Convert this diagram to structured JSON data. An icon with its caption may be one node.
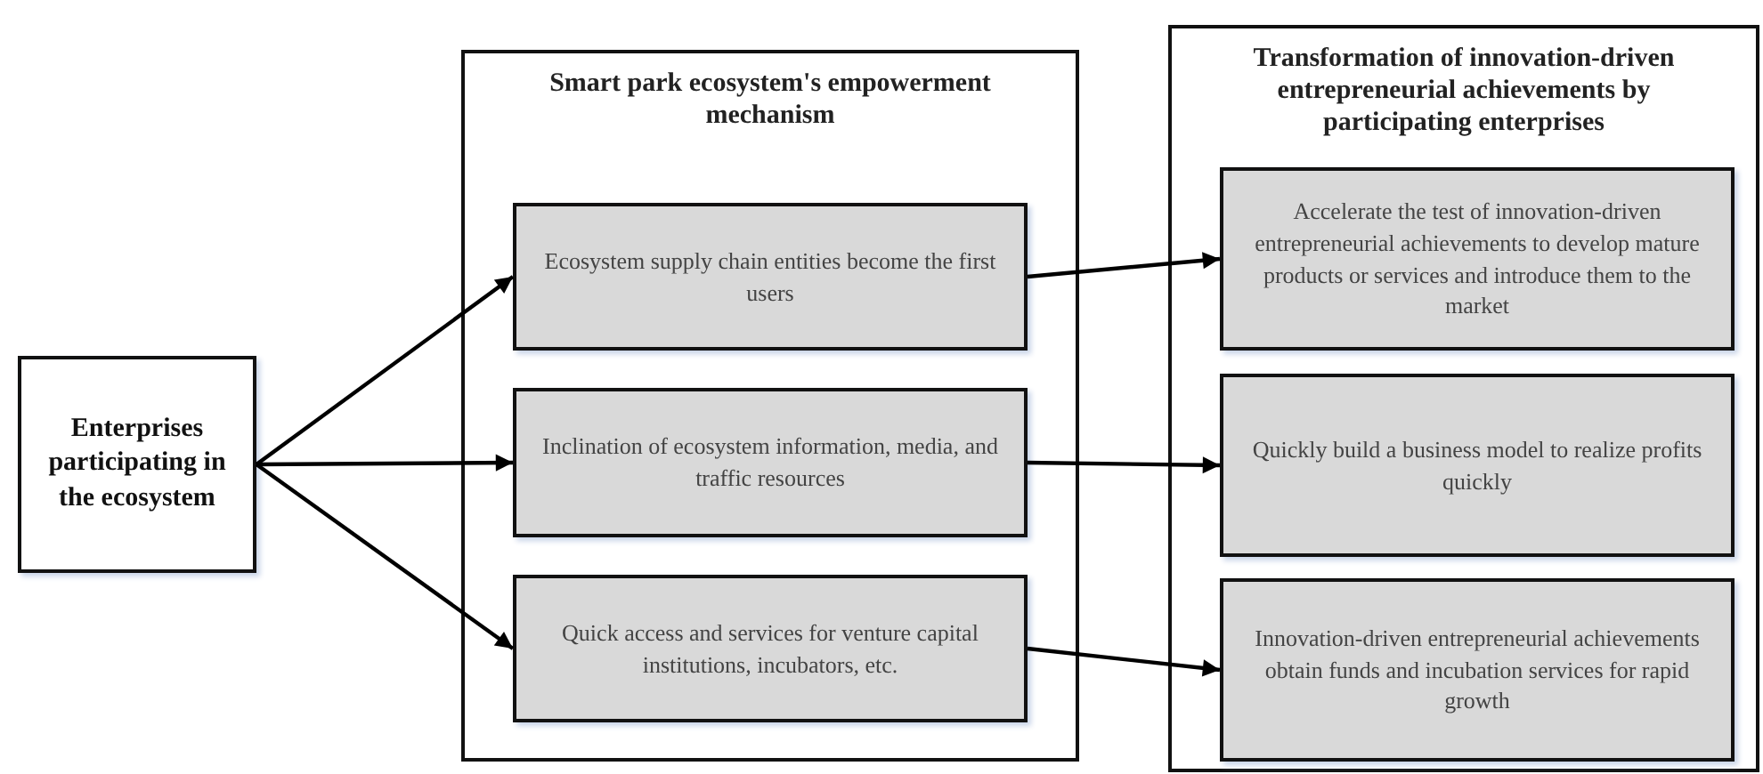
{
  "diagram": {
    "nodes": [
      {
        "text": [
          "Enterprises participating in the ecosystem"
        ]
      },
      {
        "text": [
          "Smart park ecosystem's empowerment mechanism"
        ]
      },
      {
        "text": [
          "Ecosystem supply chain entities become the first users"
        ],
        "in": 1
      },
      {
        "text": [
          "Inclination of ecosystem information, media, and traffic resources"
        ],
        "in": 1
      },
      {
        "text": [
          "Quick access and services for venture capital institutions, incubators, etc."
        ],
        "in": 1
      },
      {
        "text": [
          "Transformation of innovation-driven entrepreneurial achievements by participating enterprises"
        ]
      },
      {
        "text": [
          "Accelerate the test of innovation-driven entrepreneurial achievements to develop mature products or services and introduce them to the market"
        ],
        "in": 5
      },
      {
        "text": [
          "Quickly build a business model to realize profits quickly"
        ],
        "in": 5
      },
      {
        "text": [
          "Innovation-driven entrepreneurial achievements obtain funds and incubation services for rapid growth"
        ],
        "in": 5
      }
    ],
    "edges": [
      {
        "from": 0,
        "to": 2,
        "arrow": "to"
      },
      {
        "from": 0,
        "to": 3,
        "arrow": "to"
      },
      {
        "from": 0,
        "to": 4,
        "arrow": "to"
      },
      {
        "from": 2,
        "to": 6,
        "arrow": "to"
      },
      {
        "from": 3,
        "to": 7,
        "arrow": "to"
      },
      {
        "from": 4,
        "to": 8,
        "arrow": "to"
      }
    ]
  }
}
